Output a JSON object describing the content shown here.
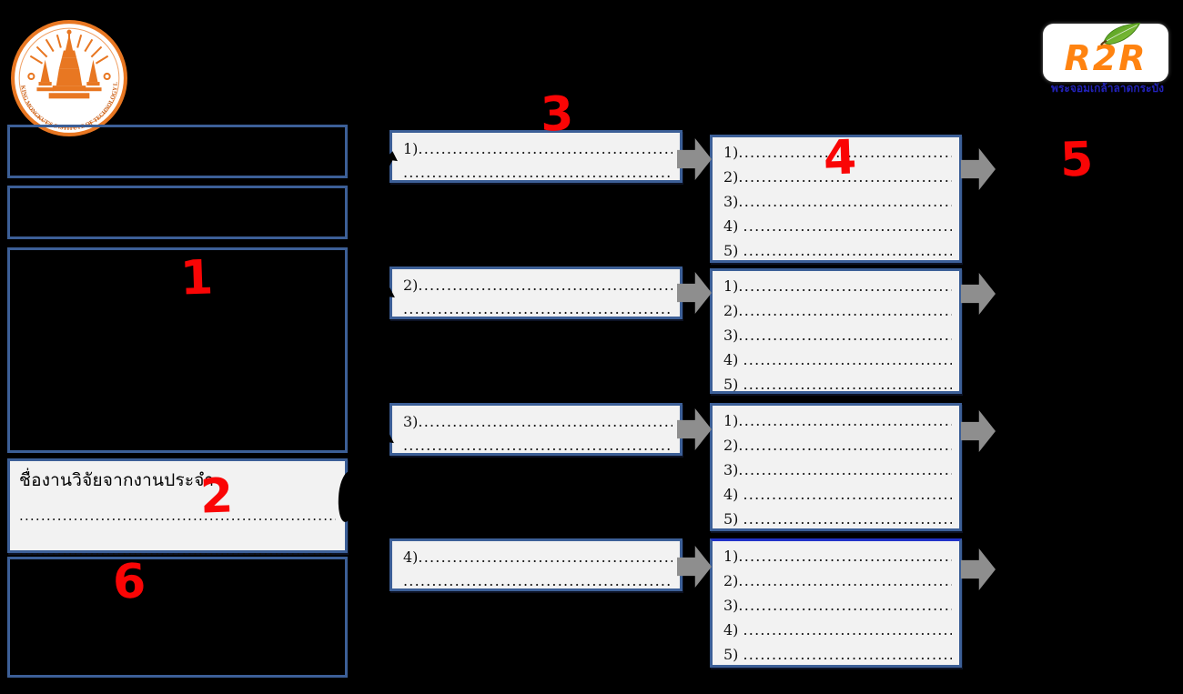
{
  "slide": {
    "background": "#000000",
    "box_border_color": "#3c5f97",
    "box_fill_color": "#f2f2f2",
    "arrow_color": "#8e8e8e",
    "annotation_color": "#fa0505"
  },
  "kmitl_seal": {
    "ring_text": "KING MONGKUT'S INSTITUTE OF TECHNOLOGY LADKRABANG"
  },
  "r2r_logo": {
    "title": "R2R",
    "subtitle": "พระจอมเกล้าลาดกระบัง"
  },
  "annotations": {
    "n1": "1",
    "n2": "2",
    "n3": "3",
    "n4": "4",
    "n5": "5",
    "n6": "6"
  },
  "dots": "......................................................................................................................................................",
  "left_column": {
    "box2_title": "ชื่องานวิจัยจากงานประจำ"
  },
  "middle_boxes": [
    {
      "label": "1)"
    },
    {
      "label": "2)"
    },
    {
      "label": "3)"
    },
    {
      "label": "4)"
    }
  ],
  "right_box_labels": [
    "1)",
    "2)",
    "3)",
    "4) ",
    "5) "
  ]
}
